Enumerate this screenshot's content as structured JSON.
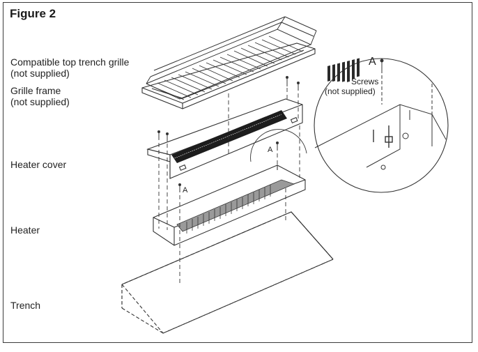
{
  "figure_title": "Figure 2",
  "labels": {
    "grille": "Compatible top trench grille",
    "grille_note": "(not supplied)",
    "frame": "Grille frame",
    "frame_note": "(not supplied)",
    "cover": "Heater cover",
    "heater": "Heater",
    "trench": "Trench"
  },
  "detail": {
    "screws": "Screws",
    "screws_note": "(not supplied)",
    "marker": "A"
  },
  "markers": {
    "a1": "A",
    "a2": "A"
  }
}
